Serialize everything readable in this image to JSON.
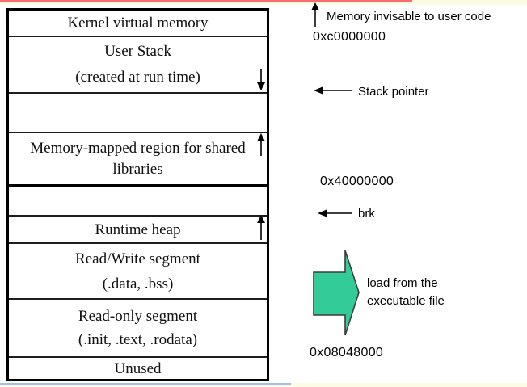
{
  "colors": {
    "green_arrow": "#33CC99",
    "green_arrow_outline": "#3d3d3d",
    "top_rule": "#FF6A6A",
    "bottom_rule": "#9CC3E5",
    "page_margin": "#FCFBE3"
  },
  "box": {
    "segments": [
      {
        "name": "kernel",
        "lines": [
          "Kernel virtual memory"
        ]
      },
      {
        "name": "user-stack",
        "lines": [
          "User Stack",
          "(created at run time)"
        ]
      },
      {
        "name": "gap-above-mmap",
        "lines": []
      },
      {
        "name": "memory-mapped",
        "lines": [
          "Memory-mapped region for shared",
          "libraries"
        ]
      },
      {
        "name": "gap-above-heap",
        "lines": []
      },
      {
        "name": "runtime-heap",
        "lines": [
          "Runtime heap"
        ]
      },
      {
        "name": "read-write",
        "lines": [
          "Read/Write segment",
          "(.data, .bss)"
        ]
      },
      {
        "name": "read-only",
        "lines": [
          "Read-only segment",
          "(.init, .text, .rodata)"
        ]
      },
      {
        "name": "unused",
        "lines": [
          "Unused"
        ]
      }
    ]
  },
  "annotations": {
    "memory_invisible": "Memory invisable to user code",
    "addr_kernel_base": "0xc0000000",
    "stack_pointer": "Stack pointer",
    "addr_shared_lib": "0x40000000",
    "brk": "brk",
    "load_line1": "load from the",
    "load_line2": "executable file",
    "addr_text_start": "0x08048000"
  },
  "icons": {
    "up_arrow": "↑",
    "down_arrow": "↓",
    "left_arrow": "←",
    "block_arrow_right": "➡"
  }
}
